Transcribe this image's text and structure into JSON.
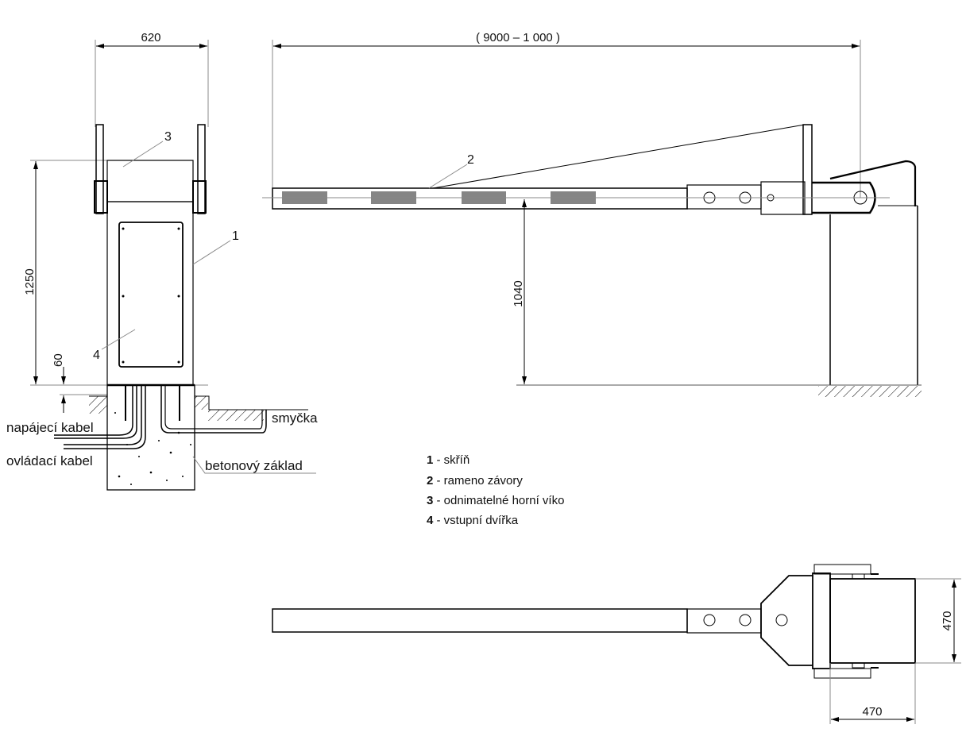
{
  "dimensions": {
    "width_620": "620",
    "height_1250": "1250",
    "depth_60": "60",
    "arm_length": "( 9000 – 1 000 )",
    "arm_height_1040": "1040",
    "top_width_470": "470",
    "top_depth_470": "470"
  },
  "callouts": {
    "c1": "1",
    "c2": "2",
    "c3": "3",
    "c4": "4"
  },
  "annotations": {
    "power_cable": "napájecí kabel",
    "control_cable": "ovládací kabel",
    "loop": "smyčka",
    "foundation": "betonový základ"
  },
  "legend": [
    {
      "num": "1",
      "text": " - skříň"
    },
    {
      "num": "2",
      "text": " - rameno závory"
    },
    {
      "num": "3",
      "text": " - odnimatelné horní víko"
    },
    {
      "num": "4",
      "text": " - vstupní dvířka"
    }
  ],
  "colors": {
    "stripe": "#858585",
    "line": "#000000",
    "dim": "#888888"
  }
}
